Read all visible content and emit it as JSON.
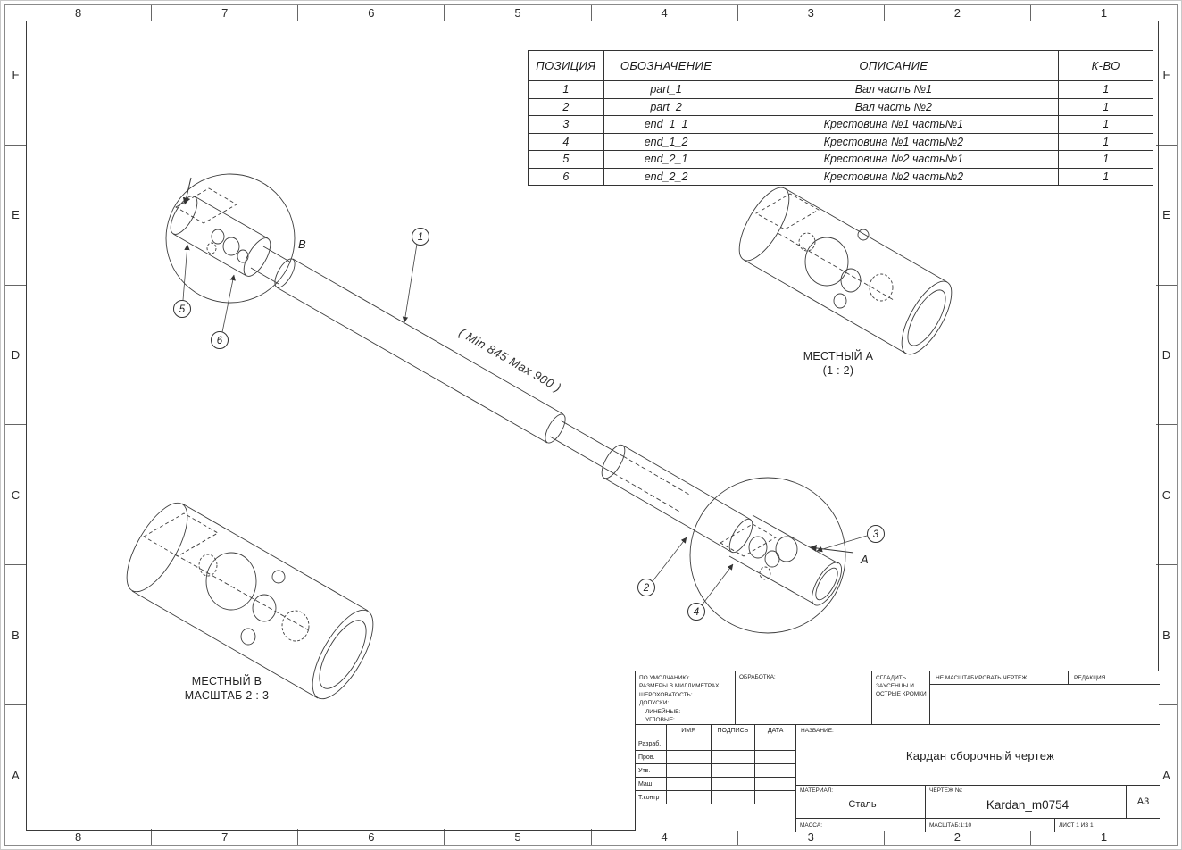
{
  "frame": {
    "zone_numbers_top": [
      "8",
      "7",
      "6",
      "5",
      "4",
      "3",
      "2",
      "1"
    ],
    "zone_numbers_bottom": [
      "8",
      "7",
      "6",
      "5",
      "4",
      "3",
      "2",
      "1"
    ],
    "zone_letters_left": [
      "F",
      "E",
      "D",
      "C",
      "B",
      "A"
    ],
    "zone_letters_right": [
      "F",
      "E",
      "D",
      "C",
      "B",
      "A"
    ]
  },
  "parts_table": {
    "headers": {
      "position": "ПОЗИЦИЯ",
      "designation": "ОБОЗНАЧЕНИЕ",
      "description": "ОПИСАНИЕ",
      "qty": "К-ВО"
    },
    "rows": [
      {
        "pos": "1",
        "designation": "part_1",
        "description": "Вал часть №1",
        "qty": "1"
      },
      {
        "pos": "2",
        "designation": "part_2",
        "description": "Вал часть №2",
        "qty": "1"
      },
      {
        "pos": "3",
        "designation": "end_1_1",
        "description": "Крестовина №1 часть№1",
        "qty": "1"
      },
      {
        "pos": "4",
        "designation": "end_1_2",
        "description": "Крестовина №1 часть№2",
        "qty": "1"
      },
      {
        "pos": "5",
        "designation": "end_2_1",
        "description": "Крестовина №2 часть№1",
        "qty": "1"
      },
      {
        "pos": "6",
        "designation": "end_2_2",
        "description": "Крестовина №2 часть№2",
        "qty": "1"
      }
    ]
  },
  "drawing": {
    "dimension_label": "( Min 845 Max 900 )",
    "balloons": [
      "1",
      "2",
      "3",
      "4",
      "5",
      "6"
    ],
    "view_a_letter": "A",
    "view_b_letter": "В",
    "detail_a": {
      "title": "МЕСТНЫЙ А",
      "scale": "(1 : 2)"
    },
    "detail_b": {
      "title": "МЕСТНЫЙ В",
      "scale": "МАСШТАБ 2 : 3"
    }
  },
  "title_block": {
    "defaults": [
      "ПО УМОЛЧАНИЮ:",
      "РАЗМЕРЫ В МИЛЛИМЕТРАХ",
      "ШЕРОХОВАТОСТЬ:",
      "ДОПУСКИ:",
      "ЛИНЕЙНЫЕ:",
      "УГЛОВЫЕ:"
    ],
    "processing_label": "ОБРАБОТКА:",
    "deburr_note": "СГЛАДИТЬ ЗАУСЕНЦЫ И ОСТРЫЕ КРОМКИ",
    "no_scale_note": "НЕ МАСШТАБИРОВАТЬ ЧЕРТЕЖ",
    "revision_label": "РЕДАКЦИЯ",
    "name_label": "НАЗВАНИЕ:",
    "name_value": "Кардан сборочный чертеж",
    "sign_headers": [
      "ИМЯ",
      "ПОДПИСЬ",
      "ДАТА"
    ],
    "sign_rows": [
      "Разраб.",
      "Пров.",
      "Утв.",
      "Маш.",
      "Т.контр"
    ],
    "material_label": "МАТЕРИАЛ:",
    "material_value": "Сталь",
    "drawing_no_label": "ЧЕРТЕЖ №:",
    "drawing_no_value": "Kardan_m0754",
    "format_value": "А3",
    "mass_label": "МАССА:",
    "scale_value": "МАСШТАБ:1:10",
    "sheet_value": "ЛИСТ 1 ИЗ 1"
  }
}
